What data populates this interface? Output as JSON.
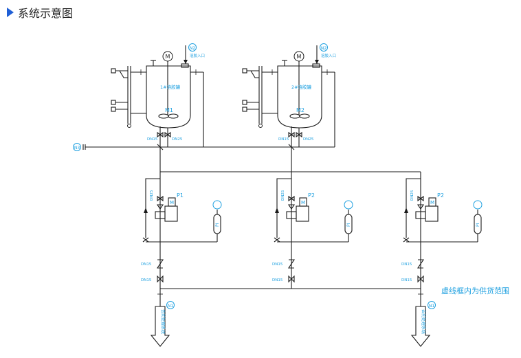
{
  "header": {
    "title": "系统示意图",
    "marker": "triangle-right-icon",
    "marker_color": "#1f5fd6"
  },
  "tanks": [
    {
      "label": "1#溶胶罐",
      "motor": "M",
      "agitator": "M1",
      "inlet": "N2",
      "inlet_label": "溶胶入口",
      "dn_left": "DN15",
      "dn_right": "DN25"
    },
    {
      "label": "2#溶胶罐",
      "motor": "M",
      "agitator": "M2",
      "inlet": "N2",
      "inlet_label": "溶胶入口",
      "dn_left": "DN15",
      "dn_right": "DN25"
    }
  ],
  "header_line": {
    "nozzle": "N3"
  },
  "pumps": [
    {
      "name": "P1",
      "motor": "M",
      "dn_in": "DN25",
      "dn_out1": "DN15",
      "dn_out2": "DN15",
      "gauge_label": "PI"
    },
    {
      "name": "P2",
      "motor": "M",
      "dn_in": "DN25",
      "dn_out1": "DN15",
      "dn_out2": "DN15",
      "gauge_label": "PI"
    },
    {
      "name": "P2",
      "motor": "M",
      "dn_in": "DN25",
      "dn_out1": "DN15",
      "dn_out2": "DN15",
      "gauge_label": "PI"
    }
  ],
  "outlets": [
    {
      "nozzle": "N1",
      "label": "去前处理系统"
    },
    {
      "nozzle": "N1",
      "label": "去前处理系统"
    }
  ],
  "scope_note": "虚线框内为供货范围",
  "colors": {
    "line": "#1a1a1a",
    "accent": "#1ea0e0"
  }
}
